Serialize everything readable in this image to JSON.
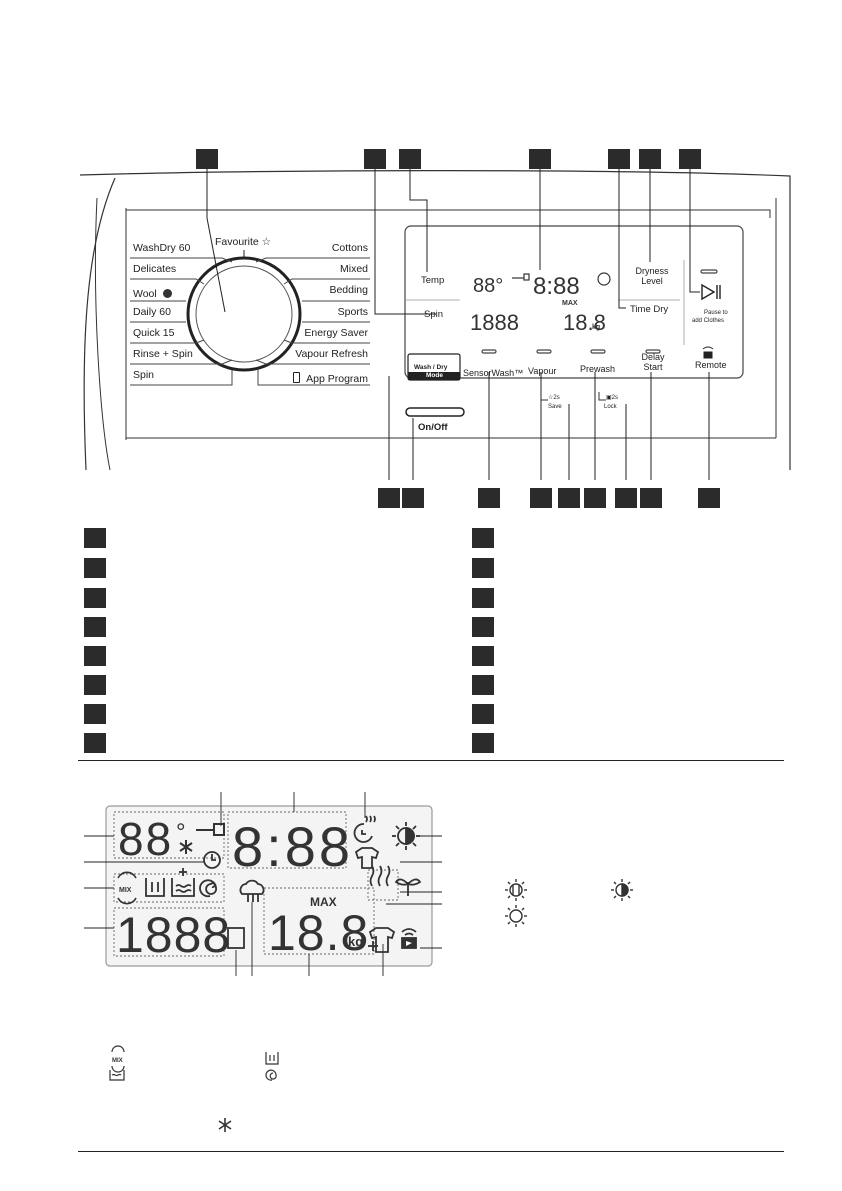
{
  "panel": {
    "favourite_label": "Favourite ☆",
    "programmes_left": [
      "WashDry 60",
      "Delicates",
      "Wool",
      "Daily 60",
      "Quick 15",
      "Rinse + Spin",
      "Spin"
    ],
    "programmes_right": [
      "Cottons",
      "Mixed",
      "Bedding",
      "Sports",
      "Energy Saver",
      "Vapour Refresh",
      "App Program"
    ],
    "mode_top": "Wash / Dry",
    "mode_bottom": "Mode",
    "temp": "Temp",
    "spin": "Spin",
    "dryness_1": "Dryness",
    "dryness_2": "Level",
    "time_dry": "Time Dry",
    "pause_1": "Pause to",
    "pause_2": "add Clothes",
    "sensorwash": "SensorWash™",
    "vapour": "Vapour",
    "prewash": "Prewash",
    "delay_1": "Delay",
    "delay_2": "Start",
    "remote": "Remote",
    "save": "Save",
    "lock": "Lock",
    "two_s": "2s",
    "on_off": "On/Off"
  },
  "panel_display": {
    "temp_digits": "88°",
    "time_digits": "8:88",
    "spin_digits": "1888",
    "weight_digits": "18.8",
    "max_label": "MAX",
    "kg_label": "kg"
  },
  "lcd": {
    "temp_digits": "88",
    "degree": "°",
    "time_digits": "8:88",
    "spin_digits": "1888",
    "weight_digits": "18.8",
    "max_label": "MAX",
    "kg_label": "kg",
    "mix_label": "MIX"
  },
  "colors": {
    "callout": "#2b2b2b",
    "panel_line": "#333333",
    "lcd_border": "#9a9a9a",
    "lcd_bg": "#f4f4f4"
  },
  "icons": [
    "key-icon",
    "clock-icon",
    "drying-clock-icon",
    "dryness-level-icon",
    "pause-shirt-icon",
    "vapour-cloud-icon",
    "drum-icon",
    "eco-plant-icon",
    "wifi-remote-icon",
    "shirt-plus-icon",
    "mix-icon",
    "wash-tub-icon",
    "prewash-icon",
    "spiral-icon",
    "snowflake-icon"
  ]
}
